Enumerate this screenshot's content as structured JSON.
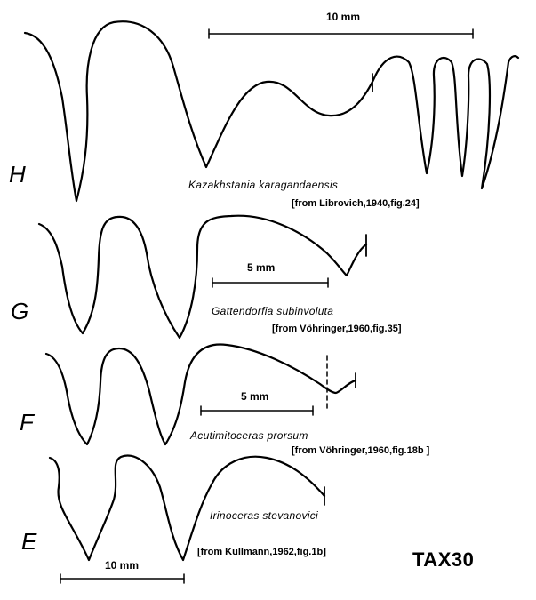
{
  "sutures": [
    {
      "letter": "H",
      "species": "Kazakhstania  karagandaensis",
      "source": "[from Librovich,1940,fig.24]",
      "scale_label": "10 mm"
    },
    {
      "letter": "G",
      "species": "Gattendorfia subinvoluta",
      "source": "[from Vöhringer,1960,fig.35]",
      "scale_label": "5 mm"
    },
    {
      "letter": "F",
      "species": "Acutimitoceras prorsum",
      "source": "[from Vöhringer,1960,fig.18b ]",
      "scale_label": "5 mm"
    },
    {
      "letter": "E",
      "species": "Irinoceras stevanovici",
      "source": "[from Kullmann,1962,fig.1b]",
      "scale_label": "10 mm"
    }
  ],
  "figure_code": "TAX30"
}
